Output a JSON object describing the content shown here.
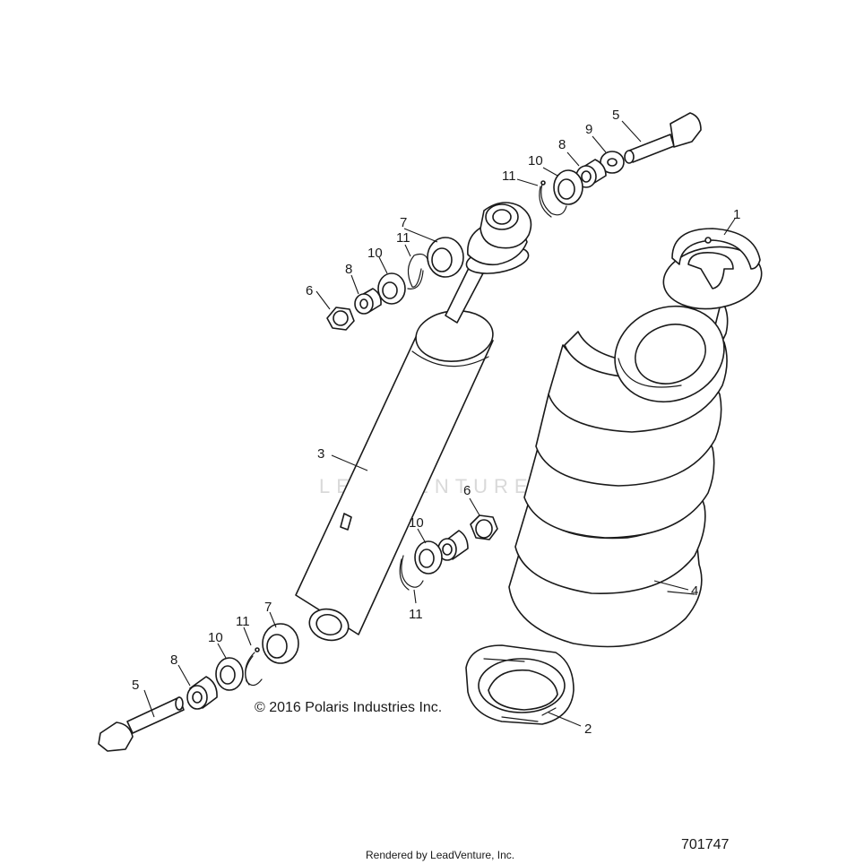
{
  "watermark": {
    "text": "LEADVENTURE"
  },
  "callouts": {
    "c1": "1",
    "c2": "2",
    "c3": "3",
    "c4": "4",
    "c5_top": "5",
    "c5_bottom": "5",
    "c6_top": "6",
    "c6_bottom": "6",
    "c7_top": "7",
    "c7_bottom": "7",
    "c8_top": "8",
    "c8_mid": "8",
    "c8_bottom": "8",
    "c9": "9",
    "c10_top": "10",
    "c10_mid": "10",
    "c10_low": "10",
    "c10_bottom": "10",
    "c11_top": "11",
    "c11_mid": "11",
    "c11_low": "11",
    "c11_bottom": "11"
  },
  "copyright": "© 2016 Polaris Industries Inc.",
  "footer": "Rendered by LeadVenture, Inc.",
  "drawing_number": "701747"
}
